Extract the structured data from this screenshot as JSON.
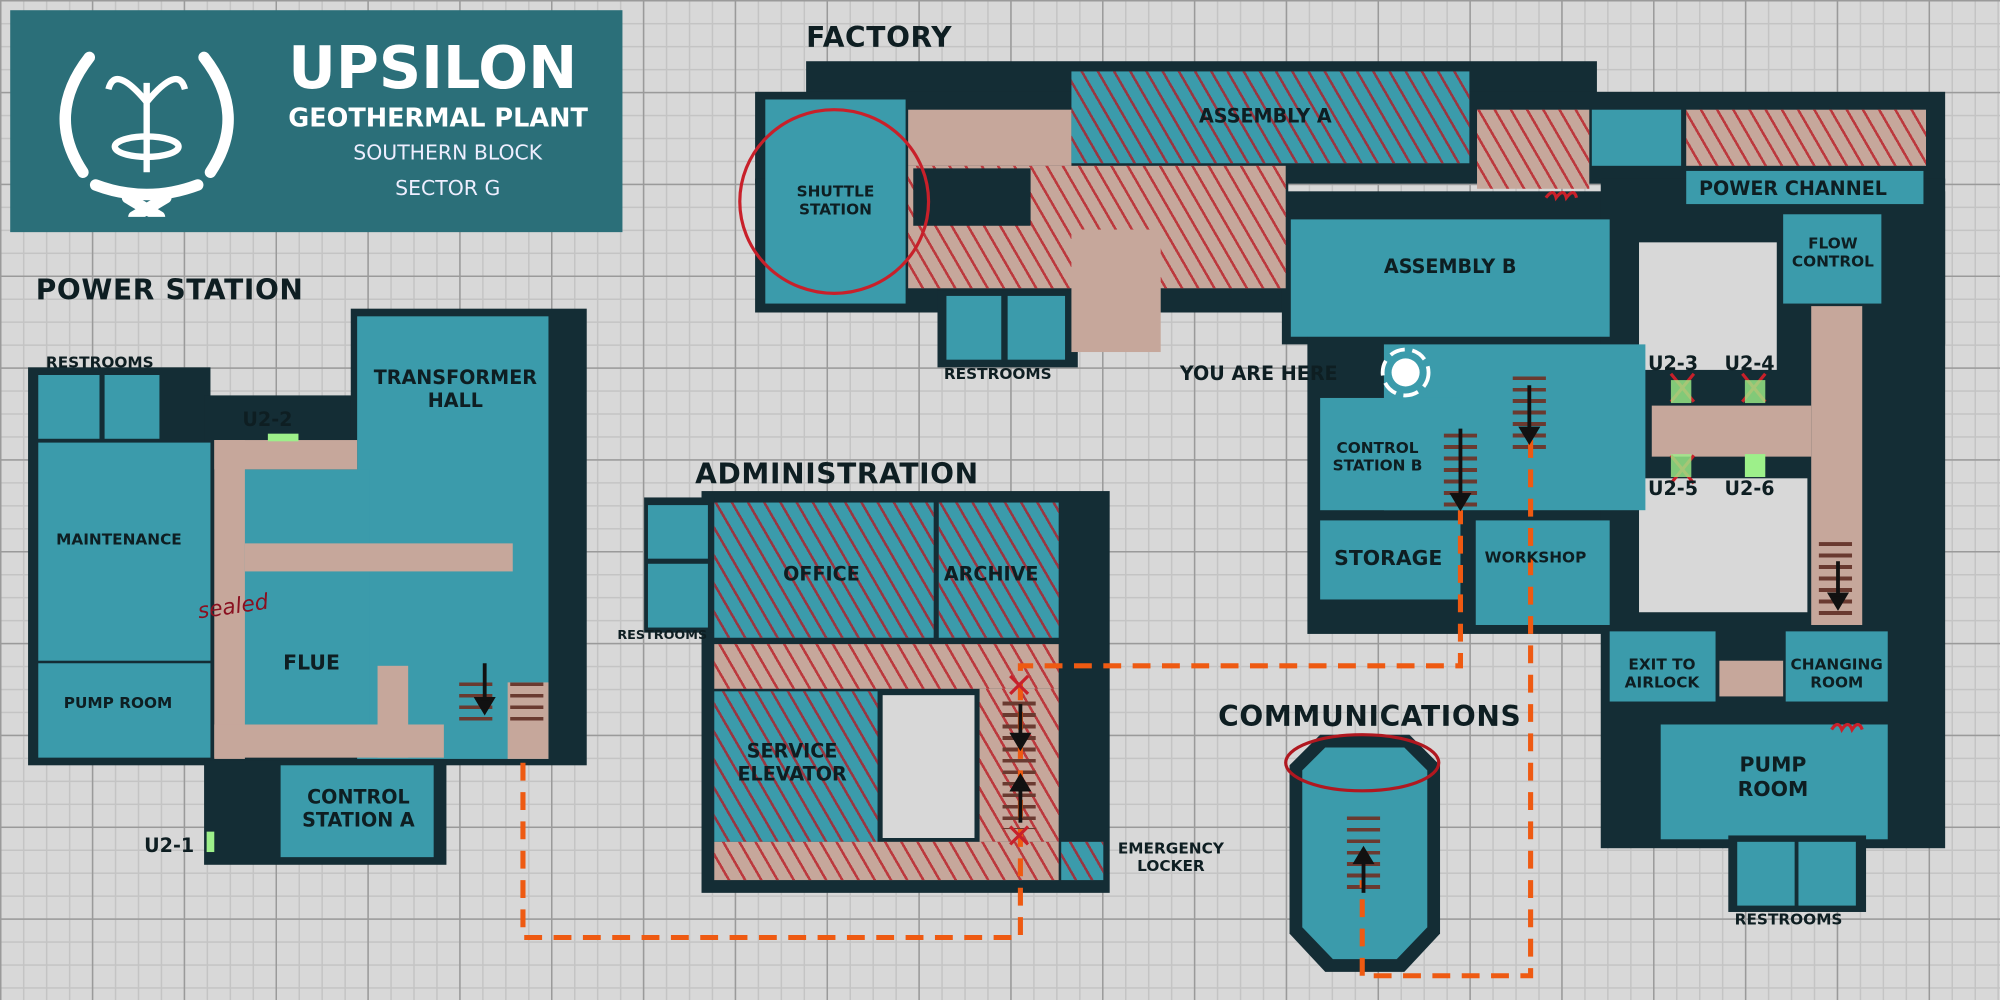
{
  "header": {
    "title": "UPSILON",
    "subtitle": "GEOTHERMAL PLANT",
    "block": "SOUTHERN BLOCK",
    "sector": "SECTOR G",
    "logo": "upsilon-emblem"
  },
  "sections": {
    "factory": "FACTORY",
    "power_station": "POWER STATION",
    "administration": "ADMINISTRATION",
    "communications": "COMMUNICATIONS"
  },
  "rooms": {
    "shuttle_station": "SHUTTLE STATION",
    "assembly_a": "ASSEMBLY A",
    "assembly_b": "ASSEMBLY B",
    "power_channel": "POWER CHANNEL",
    "flow_control": "FLOW CONTROL",
    "restrooms": "RESTROOMS",
    "control_station_b": "CONTROL STATION B",
    "storage": "STORAGE",
    "workshop": "WORKSHOP",
    "exit_to_airlock": "EXIT TO AIRLOCK",
    "changing_room": "CHANGING ROOM",
    "pump_room_right": "PUMP ROOM",
    "maintenance": "MAINTENANCE",
    "pump_room_left": "PUMP ROOM",
    "transformer_hall": "TRANSFORMER HALL",
    "flue": "FLUE",
    "control_station_a": "CONTROL STATION A",
    "office": "OFFICE",
    "archive": "ARCHIVE",
    "service_elevator": "SERVICE ELEVATOR",
    "emergency_locker": "EMERGENCY LOCKER"
  },
  "markers": {
    "you_are_here": "YOU ARE HERE",
    "doors": [
      "U2-1",
      "U2-2",
      "U2-3",
      "U2-4",
      "U2-5",
      "U2-6"
    ],
    "crossed_doors": [
      "U2-3",
      "U2-4",
      "U2-5"
    ]
  },
  "annotations": {
    "handwritten": "sealed"
  },
  "colors": {
    "wall": "#142d35",
    "room": "#3b9bab",
    "corridor": "#c6a79b",
    "path": "#ee5a12",
    "marker": "#d0202a",
    "door": "#9df08a"
  }
}
